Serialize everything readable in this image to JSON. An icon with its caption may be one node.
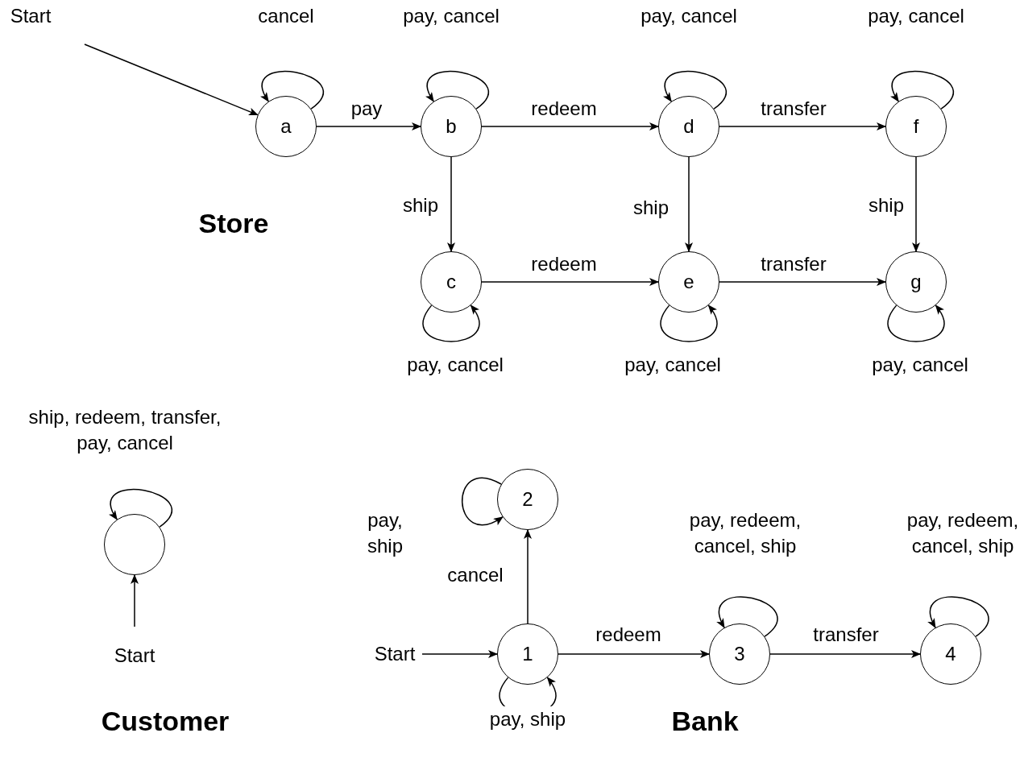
{
  "diagram": {
    "nodes": [
      {
        "text": [
          "Start"
        ]
      },
      {
        "text": [
          "a"
        ]
      },
      {
        "text": [
          "b"
        ]
      },
      {
        "text": [
          "d"
        ]
      },
      {
        "text": [
          "f"
        ]
      },
      {
        "text": [
          "c"
        ]
      },
      {
        "text": [
          "e"
        ]
      },
      {
        "text": [
          "g"
        ]
      },
      {
        "text": [],
        "shape": "circle"
      },
      {
        "text": [
          "Start"
        ]
      },
      {
        "text": [
          "2"
        ]
      },
      {
        "text": [
          "Start"
        ]
      },
      {
        "text": [
          "1"
        ]
      },
      {
        "text": [
          "3"
        ]
      },
      {
        "text": [
          "4"
        ]
      }
    ],
    "edges": [
      {
        "from": 0,
        "to": 1,
        "arrow": "to"
      },
      {
        "from": 1,
        "to": 1,
        "arrow": "to",
        "label": "cancel"
      },
      {
        "from": 1,
        "to": 2,
        "arrow": "to",
        "label": "pay"
      },
      {
        "from": 2,
        "to": 2,
        "arrow": "to",
        "label": "pay, cancel"
      },
      {
        "from": 2,
        "to": 3,
        "arrow": "to",
        "label": "redeem"
      },
      {
        "from": 2,
        "to": 5,
        "arrow": "to",
        "label": "ship"
      },
      {
        "from": 3,
        "to": 3,
        "arrow": "to",
        "label": "pay, cancel"
      },
      {
        "from": 3,
        "to": 4,
        "arrow": "to",
        "label": "transfer"
      },
      {
        "from": 3,
        "to": 6,
        "arrow": "to",
        "label": "ship"
      },
      {
        "from": 4,
        "to": 4,
        "arrow": "to",
        "label": "pay, cancel"
      },
      {
        "from": 4,
        "to": 7,
        "arrow": "to",
        "label": "ship"
      },
      {
        "from": 5,
        "to": 5,
        "arrow": "to",
        "label": "pay, cancel"
      },
      {
        "from": 5,
        "to": 6,
        "arrow": "to",
        "label": "redeem"
      },
      {
        "from": 6,
        "to": 6,
        "arrow": "to",
        "label": "pay, cancel"
      },
      {
        "from": 6,
        "to": 7,
        "arrow": "to",
        "label": "transfer"
      },
      {
        "from": 7,
        "to": 7,
        "arrow": "to",
        "label": "pay, cancel"
      },
      {
        "from": 8,
        "to": 8,
        "arrow": "to",
        "label": "ship, redeem, transfer, pay, cancel"
      },
      {
        "from": 9,
        "to": 8,
        "arrow": "to"
      },
      {
        "from": 10,
        "to": 10,
        "arrow": "to",
        "label": "pay, ship"
      },
      {
        "from": 11,
        "to": 12,
        "arrow": "to"
      },
      {
        "from": 12,
        "to": 10,
        "arrow": "to",
        "label": "cancel"
      },
      {
        "from": 12,
        "to": 12,
        "arrow": "to",
        "label": "pay, ship"
      },
      {
        "from": 12,
        "to": 13,
        "arrow": "to",
        "label": "redeem"
      },
      {
        "from": 13,
        "to": 13,
        "arrow": "to",
        "label": "pay, redeem, cancel, ship"
      },
      {
        "from": 13,
        "to": 14,
        "arrow": "to",
        "label": "transfer"
      },
      {
        "from": 14,
        "to": 14,
        "arrow": "to",
        "label": "pay, redeem, cancel, ship"
      }
    ],
    "labels": [
      "Store",
      "Customer",
      "Bank"
    ]
  }
}
